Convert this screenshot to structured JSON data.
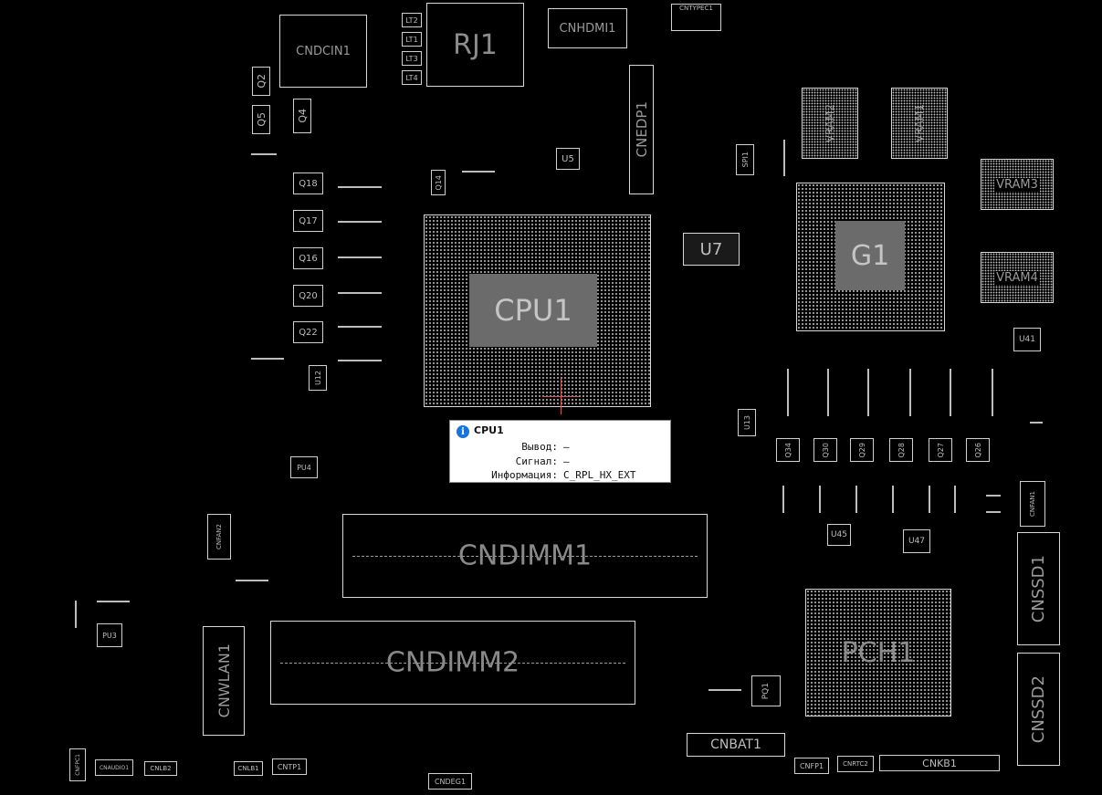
{
  "components": {
    "cpu1": "CPU1",
    "g1": "G1",
    "pch1": "PCH1",
    "rj1": "RJ1",
    "cndcin1": "CNDCIN1",
    "cnhdmi1": "CNHDMI1",
    "cnedp1": "CNEDP1",
    "cntypec1": "CNTYPEC1",
    "vram1": "VRAM1",
    "vram2": "VRAM2",
    "vram3": "VRAM3",
    "vram4": "VRAM4",
    "u7": "U7",
    "u5": "U5",
    "u41": "U41",
    "u45": "U45",
    "u47": "U47",
    "u13": "U13",
    "spi1": "SPI1",
    "q2": "Q2",
    "q4": "Q4",
    "q5": "Q5",
    "q16": "Q16",
    "q17": "Q17",
    "q18": "Q18",
    "q20": "Q20",
    "q22": "Q22",
    "q26": "Q26",
    "q27": "Q27",
    "q28": "Q28",
    "q29": "Q29",
    "q30": "Q30",
    "q34": "Q34",
    "lt1": "LT1",
    "lt2": "LT2",
    "lt3": "LT3",
    "lt4": "LT4",
    "cndimm1": "CNDIMM1",
    "cndimm2": "CNDIMM2",
    "cnwlan1": "CNWLAN1",
    "cnssd1": "CNSSD1",
    "cnssd2": "CNSSD2",
    "cnbat1": "CNBAT1",
    "cnkb1": "CNKB1",
    "cnfp1": "CNFP1",
    "cnrtc2": "CNRTC2",
    "cntp1": "CNTP1",
    "cnlb1": "CNLB1",
    "cnlb2": "CNLB2",
    "cnaudio1": "CNAUDIO1",
    "cnfpc1": "CNFPC1",
    "cnfan1": "CNFAN1",
    "cnfan2": "CNFAN2",
    "cndeg1": "CNDEG1",
    "pq1": "PQ1",
    "pu3": "PU3",
    "pu4": "PU4",
    "u12": "U12",
    "q14": "Q14"
  },
  "tooltip": {
    "title": "CPU1",
    "rows": [
      {
        "label": "Вывод:",
        "value": "—"
      },
      {
        "label": "Сигнал:",
        "value": "—"
      },
      {
        "label": "Информация:",
        "value": "C_RPL_HX_EXT"
      }
    ],
    "info_icon": "info-icon"
  },
  "colors": {
    "background": "#000000",
    "outline": "#d8d8d8",
    "chip_fill": "#6b6b6b",
    "tooltip_bg": "#ffffff",
    "info_icon": "#1a73d6"
  }
}
